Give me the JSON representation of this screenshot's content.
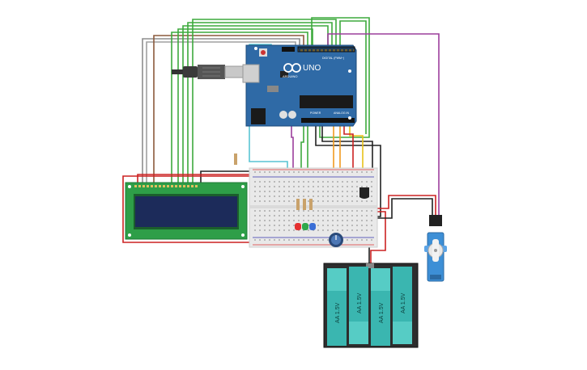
{
  "arduino": {
    "logo": "ARDUINO",
    "model": "UNO",
    "digital_header": "DIGITAL (PWM~)",
    "analog_header": "ANALOG IN",
    "power_header": "POWER"
  },
  "battery": {
    "cell_label": "AA 1.5V"
  },
  "colors": {
    "arduino_board": "#2f6aa6",
    "breadboard": "#e9e9e9",
    "lcd_board": "#2e9e48",
    "lcd_screen": "#1c2b5a",
    "battery_case": "#2d2d2d",
    "battery_cell": "#3ab6b0",
    "servo": "#3d8fd6",
    "wire_green": "#3daa3d",
    "wire_purple": "#9c3f9c",
    "wire_red": "#cc2222",
    "wire_black": "#222222",
    "wire_orange": "#f29a1f",
    "wire_yellow": "#e8c21a",
    "wire_cyan": "#59c4d4",
    "wire_gray": "#8d8d8d",
    "wire_brown": "#8b5a3c"
  },
  "icons": {
    "arduino": "infinity-logo-icon",
    "reset": "reset-button-icon",
    "potentiometer": "potentiometer-knob-icon",
    "usb": "usb-cable-icon"
  }
}
